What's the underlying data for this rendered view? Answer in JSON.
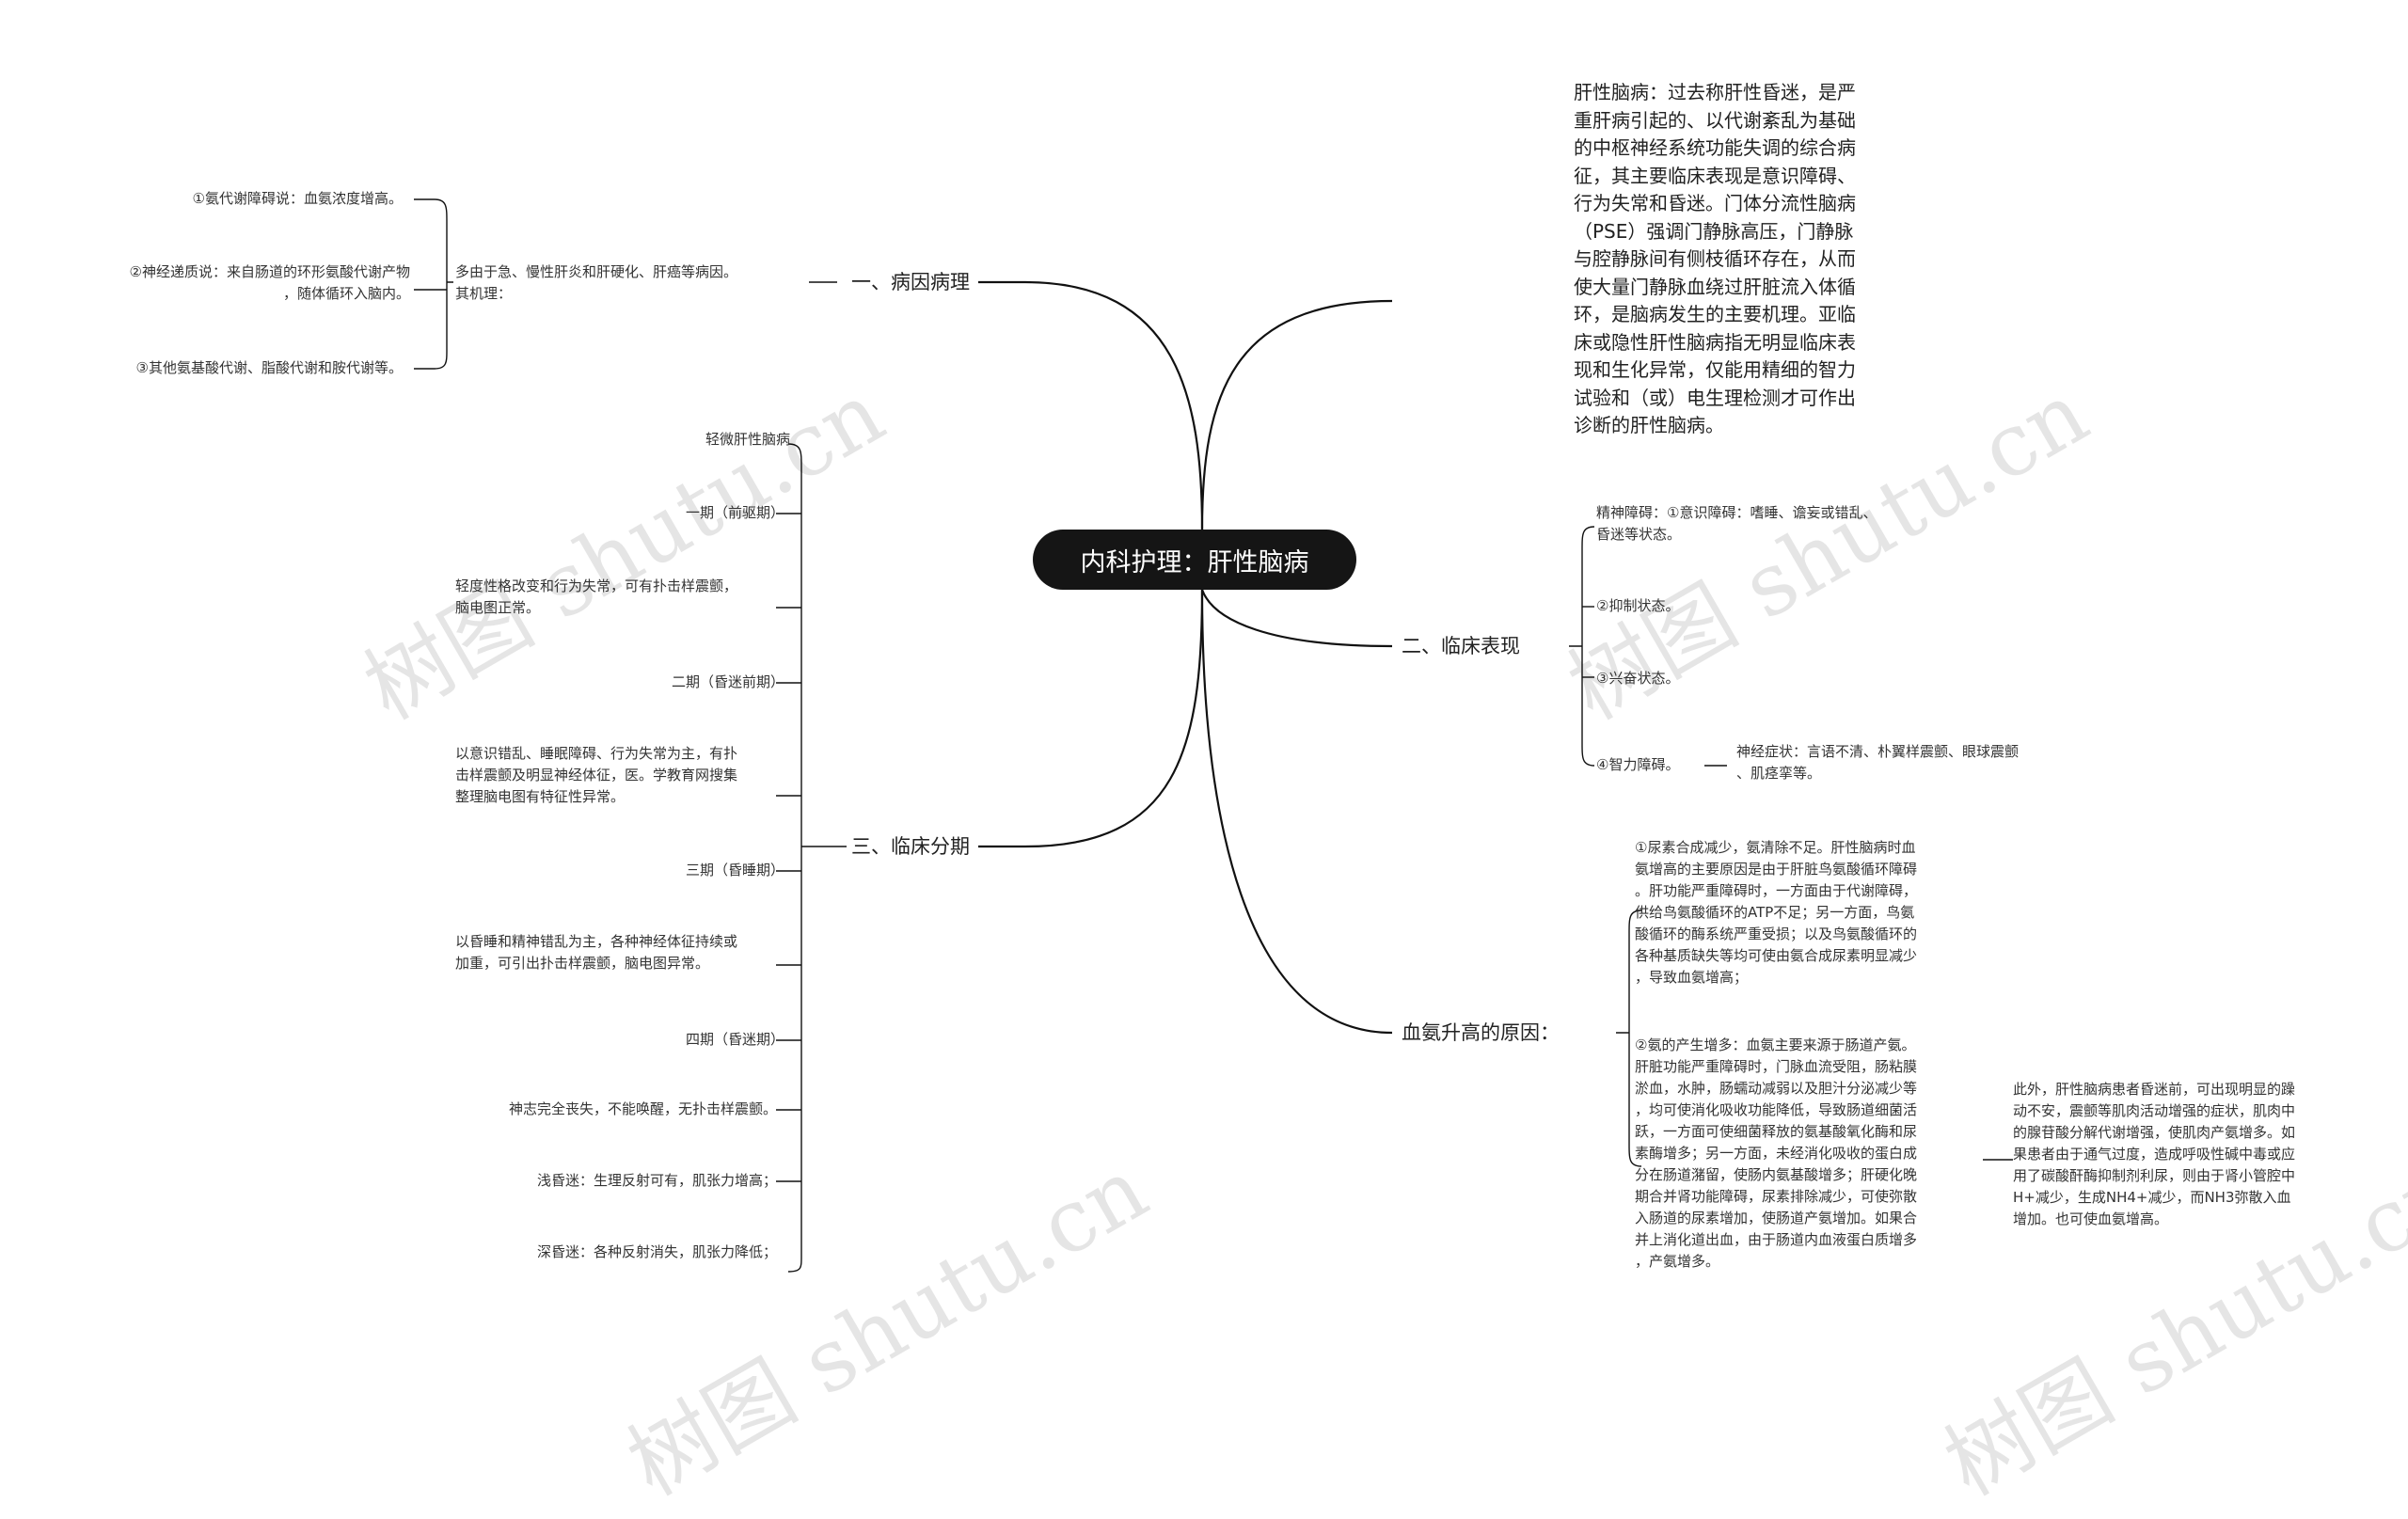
{
  "root": {
    "label": "内科护理：肝性脑病"
  },
  "watermark": "树图 shutu.cn",
  "left": {
    "cause": {
      "label": "一、病因病理",
      "desc": "多由于急、慢性肝炎和肝硬化、肝癌等病因。\n其机理：",
      "items": [
        "①氨代谢障碍说：血氨浓度增高。",
        "②神经递质说：来自肠道的环形氨酸代谢产物\n，随体循环入脑内。",
        "③其他氨基酸代谢、脂酸代谢和胺代谢等。"
      ]
    },
    "stage": {
      "label": "三、临床分期",
      "items": [
        "轻微肝性脑病",
        "一期（前驱期）",
        "轻度性格改变和行为失常，可有扑击样震颤，\n脑电图正常。",
        "二期（昏迷前期）",
        "以意识错乱、睡眠障碍、行为失常为主，有扑\n击样震颤及明显神经体征，医。学教育网搜集\n整理脑电图有特征性异常。",
        "三期（昏睡期）",
        "以昏睡和精神错乱为主，各种神经体征持续或\n加重，可引出扑击样震颤，脑电图异常。",
        "四期（昏迷期）",
        "神志完全丧失，不能唤醒，无扑击样震颤。",
        "浅昏迷：生理反射可有，肌张力增高；",
        "深昏迷：各种反射消失，肌张力降低；"
      ]
    }
  },
  "right": {
    "definition": "肝性脑病：过去称肝性昏迷，是严\n重肝病引起的、以代谢紊乱为基础\n的中枢神经系统功能失调的综合病\n征，其主要临床表现是意识障碍、\n行为失常和昏迷。门体分流性脑病\n（PSE）强调门静脉高压，门静脉\n与腔静脉间有侧枝循环存在，从而\n使大量门静脉血绕过肝脏流入体循\n环，是脑病发生的主要机理。亚临\n床或隐性肝性脑病指无明显临床表\n现和生化异常，仅能用精细的智力\n试验和（或）电生理检测才可作出\n诊断的肝性脑病。",
    "clinical": {
      "label": "二、临床表现",
      "items": [
        "精神障碍：①意识障碍：嗜睡、谵妄或错乱、\n昏迷等状态。",
        "②抑制状态。",
        "③兴奋状态。",
        "④智力障碍。"
      ],
      "neuro": "神经症状：言语不清、朴翼样震颤、眼球震颤\n、肌痉挛等。"
    },
    "ammonia": {
      "label": "血氨升高的原因：",
      "item1": "①尿素合成减少，氨清除不足。肝性脑病时血\n氨增高的主要原因是由于肝脏鸟氨酸循环障碍\n。肝功能严重障碍时，一方面由于代谢障碍，\n供给鸟氨酸循环的ATP不足；另一方面，鸟氨\n酸循环的酶系统严重受损；以及鸟氨酸循环的\n各种基质缺失等均可使由氨合成尿素明显减少\n，导致血氨增高；",
      "item2": "②氨的产生增多：血氨主要来源于肠道产氨。\n肝脏功能严重障碍时，门脉血流受阻，肠粘膜\n淤血，水肿，肠蠕动减弱以及胆汁分泌减少等\n，均可使消化吸收功能降低，导致肠道细菌活\n跃，一方面可使细菌释放的氨基酸氧化酶和尿\n素酶增多；另一方面，未经消化吸收的蛋白成\n分在肠道潴留，使肠内氨基酸增多；肝硬化晚\n期合并肾功能障碍，尿素排除减少，可使弥散\n入肠道的尿素增加，使肠道产氨增加。如果合\n并上消化道出血，由于肠道内血液蛋白质增多\n，产氨增多。",
      "extra": "此外，肝性脑病患者昏迷前，可出现明显的躁\n动不安，震颤等肌肉活动增强的症状，肌肉中\n的腺苷酸分解代谢增强，使肌肉产氨增多。如\n果患者由于通气过度，造成呼吸性碱中毒或应\n用了碳酸酐酶抑制剂利尿，则由于肾小管腔中\nH+减少，生成NH4+减少，而NH3弥散入血\n增加。也可使血氨增高。"
    }
  }
}
